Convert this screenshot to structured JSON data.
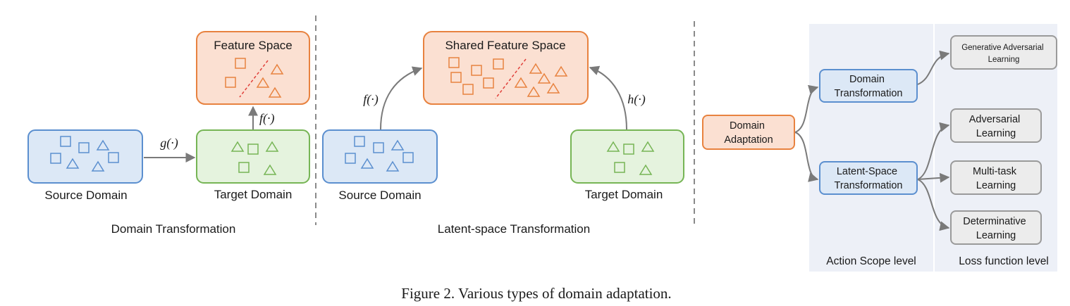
{
  "panel_domain_transformation": {
    "source_label": "Source Domain",
    "target_label": "Target Domain",
    "feature_space_title": "Feature Space",
    "map_g": "g(·)",
    "map_f": "f(·)",
    "caption": "Domain Transformation"
  },
  "panel_latent_space": {
    "shared_title": "Shared Feature Space",
    "source_label": "Source Domain",
    "target_label": "Target Domain",
    "map_f": "f(·)",
    "map_h": "h(·)",
    "caption": "Latent-space Transformation"
  },
  "taxonomy": {
    "root": [
      "Domain",
      "Adaptation"
    ],
    "domain_transformation": [
      "Domain",
      "Transformation"
    ],
    "latent_space_transformation": [
      "Latent-Space",
      "Transformation"
    ],
    "generative_adversarial": [
      "Generative Adversarial",
      "Learning"
    ],
    "adversarial": [
      "Adversarial",
      "Learning"
    ],
    "multi_task": [
      "Multi-task",
      "Learning"
    ],
    "determinative": [
      "Determinative",
      "Learning"
    ],
    "level_action_scope": "Action Scope level",
    "level_loss_function": "Loss function level"
  },
  "figure_caption": "Figure 2. Various types of domain adaptation.",
  "colors": {
    "blue_fill": "#dce8f6",
    "blue_stroke": "#5b8fcf",
    "green_fill": "#e5f3de",
    "green_stroke": "#76b555",
    "orange_fill": "#fbe0d2",
    "orange_stroke": "#e8823f",
    "gray_fill": "#ececec",
    "gray_stroke": "#9a9a9a",
    "panel_bg": "#edf0f7",
    "arrow": "#7a7a7a",
    "divider_line": "#e0403a"
  }
}
